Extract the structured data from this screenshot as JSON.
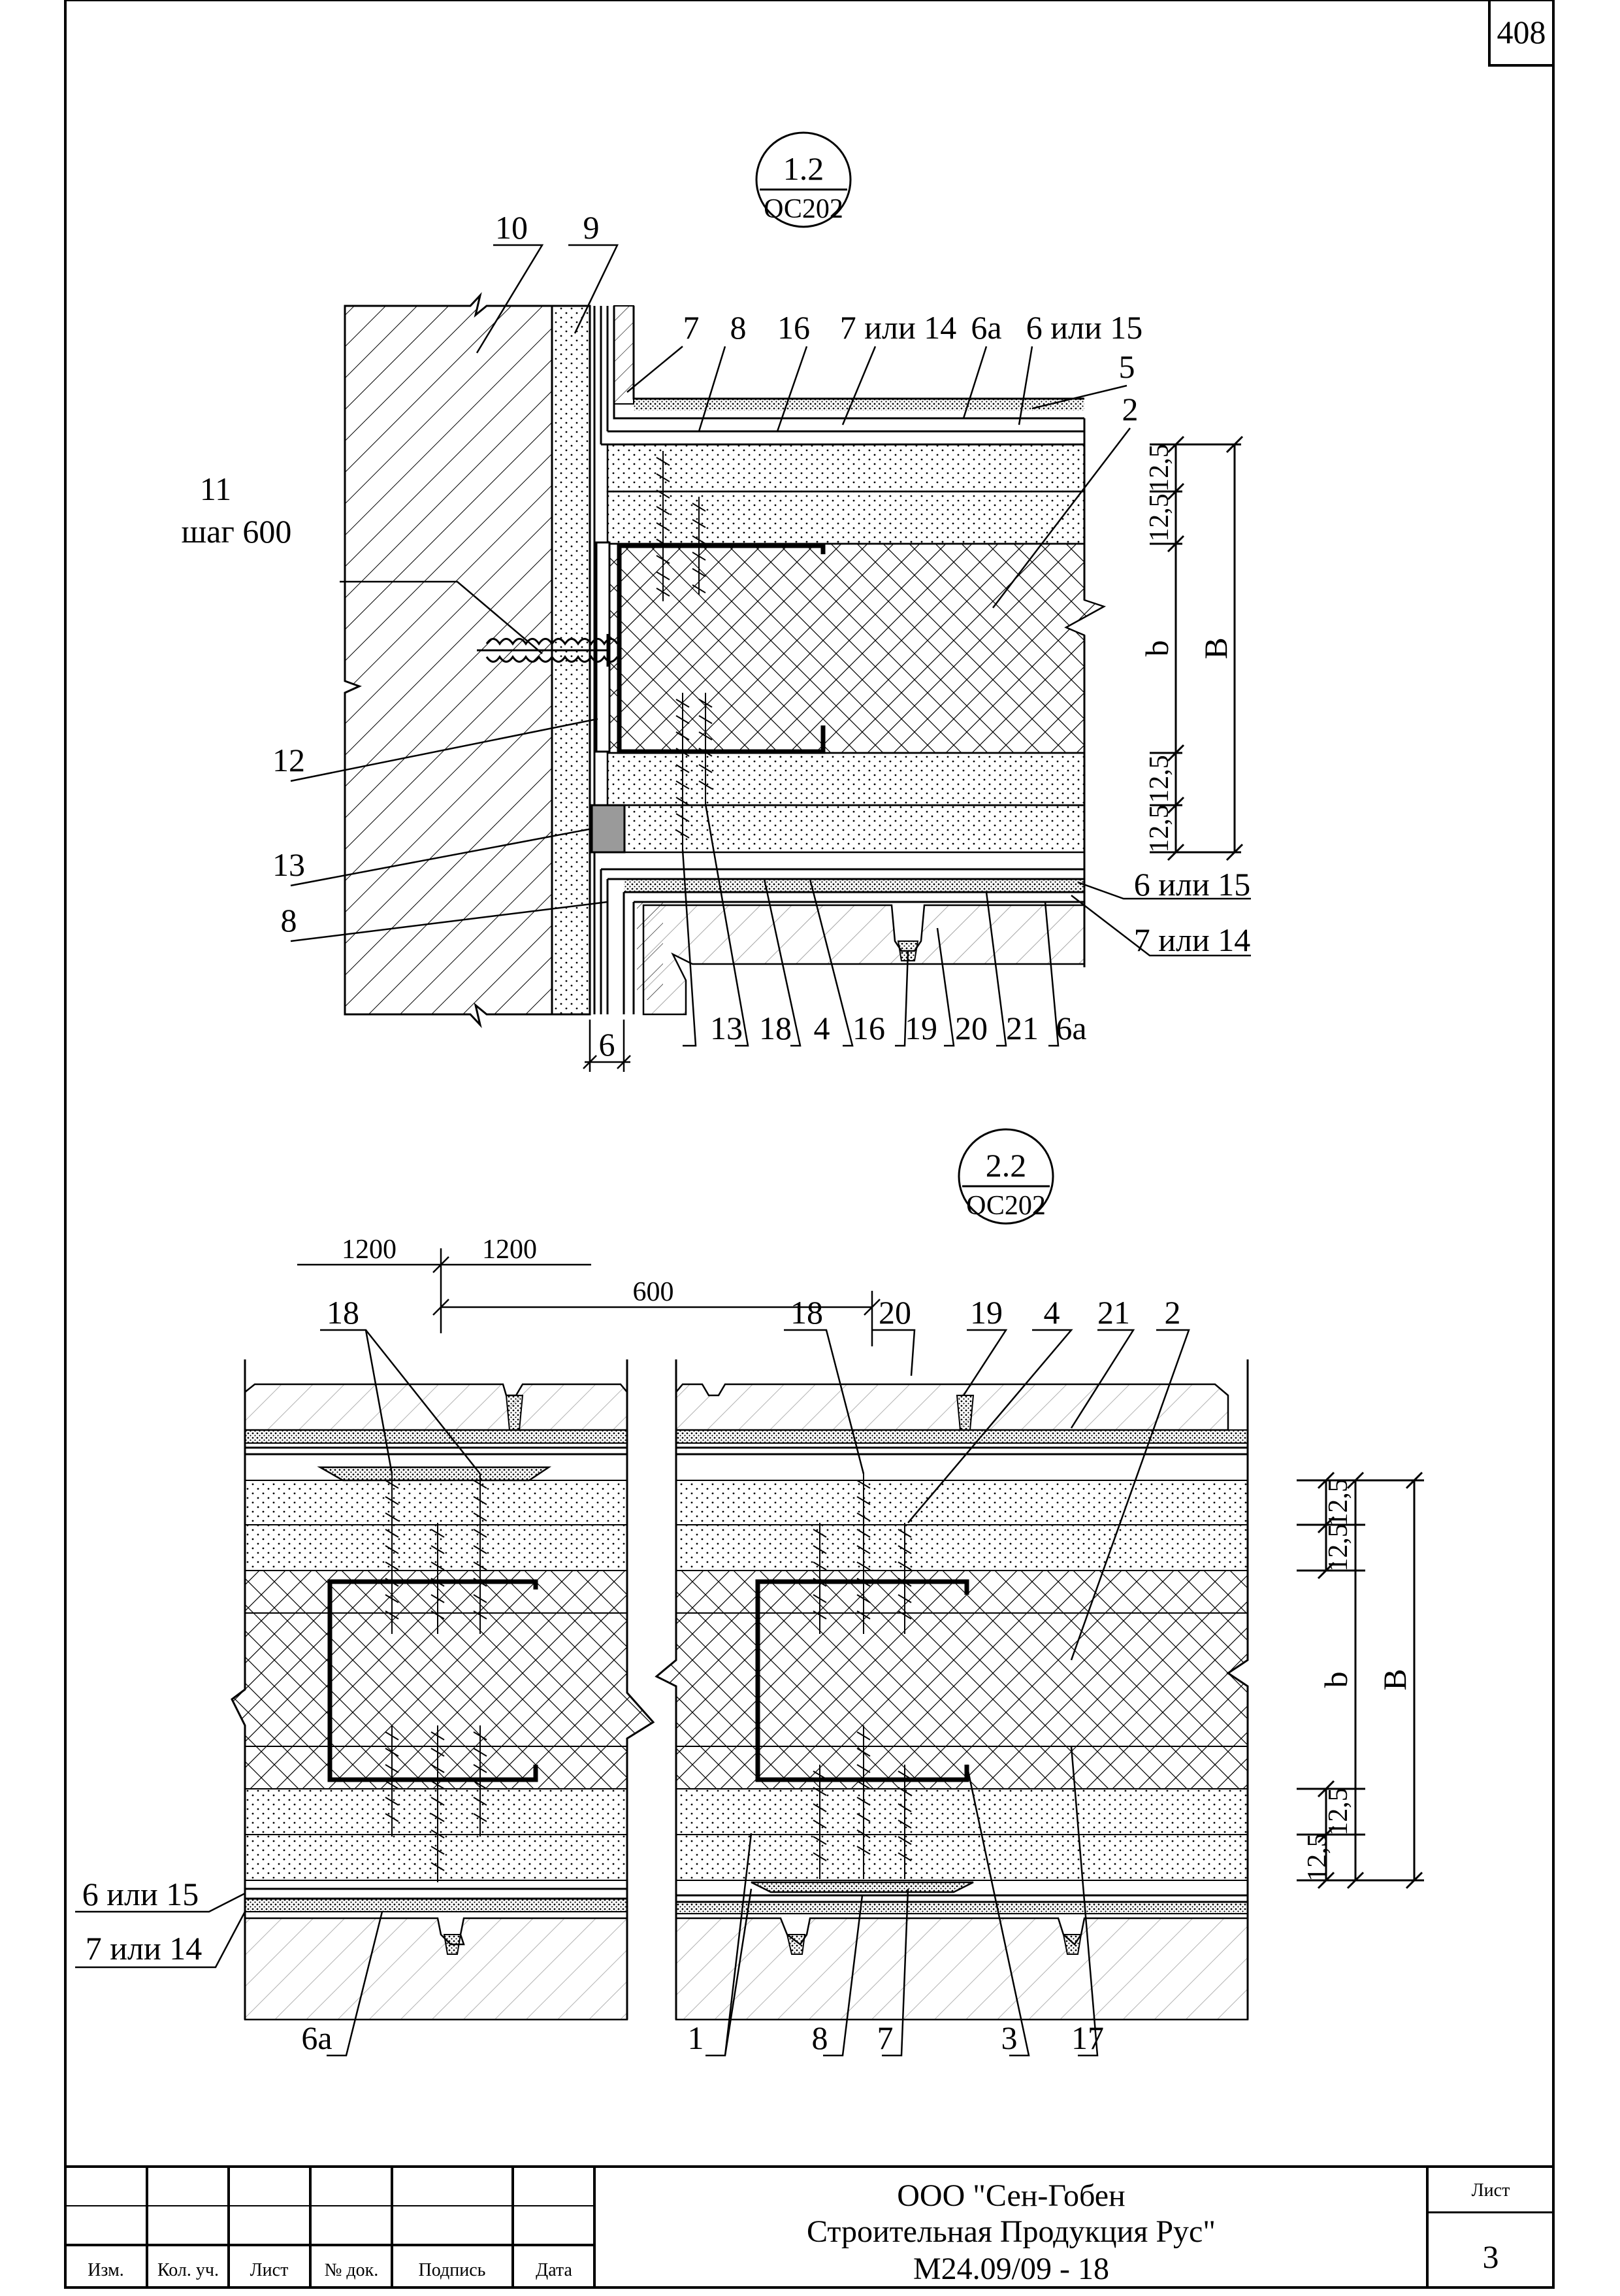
{
  "sheet": {
    "page_number": "408",
    "title_block": {
      "columns": [
        "Изм.",
        "Кол. уч.",
        "Лист",
        "№ док.",
        "Подпись",
        "Дата"
      ],
      "company_line1": "ООО \"Сен-Гобен",
      "company_line2": "Строительная Продукция Рус\"",
      "document_code": "М24.09/09 - 18",
      "sheet_label": "Лист",
      "sheet_number": "3"
    }
  },
  "detail_top": {
    "marker_number": "1.2",
    "marker_ref": "ОС202",
    "callouts": {
      "c10": "10",
      "c9": "9",
      "c7": "7",
      "c8": "8",
      "c16": "16",
      "c7or14": "7 или 14",
      "c6a": "6а",
      "c6or15": "6 или 15",
      "c5": "5",
      "c2": "2",
      "c11": "11",
      "c11_step": "шаг 600",
      "c12": "12",
      "c13": "13",
      "c8b": "8",
      "r6or15": "6 или 15",
      "r7or14": "7 или 14"
    },
    "bottom_callouts": [
      "13",
      "18",
      "4",
      "16",
      "19",
      "20",
      "21",
      "6а"
    ],
    "dim_gap": "6",
    "dims": {
      "d125": "12,5",
      "b": "b",
      "B": "В"
    }
  },
  "detail_bottom": {
    "marker_number": "2.2",
    "marker_ref": "ОС202",
    "dims": {
      "d1200a": "1200",
      "d1200b": "1200",
      "d600": "600",
      "d125": "12,5",
      "b": "b",
      "B": "В"
    },
    "callouts": {
      "c18a": "18",
      "c18b": "18",
      "c20": "20",
      "c19": "19",
      "c4": "4",
      "c21": "21",
      "c2": "2",
      "l6or15": "6 или 15",
      "l7or14": "7 или 14",
      "c6a": "6а"
    },
    "bottom_callouts": [
      "1",
      "8",
      "7",
      "3",
      "17"
    ]
  }
}
